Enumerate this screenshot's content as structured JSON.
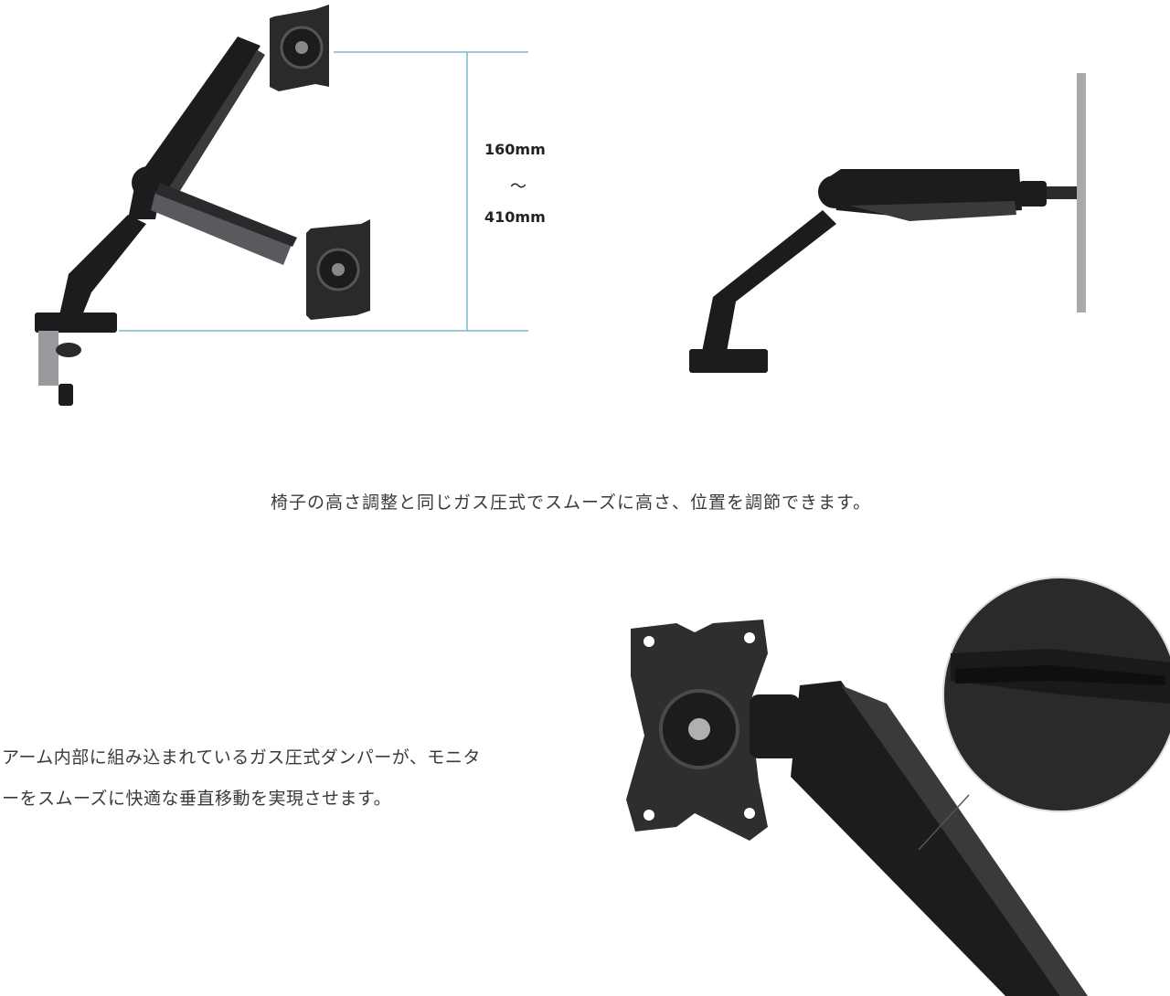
{
  "dimension": {
    "min": "160mm",
    "tilde": "～",
    "max": "410mm"
  },
  "captions": {
    "height_adjust": "椅子の高さ調整と同じガス圧式でスムーズに高さ、位置を調節できます。",
    "damper_line1": "アーム内部に組み込まれているガス圧式ダンパーが、モニタ",
    "damper_line2": "ーをスムーズに快適な垂直移動を実現させます。"
  },
  "colors": {
    "arm": "#1c1c1e",
    "arm_shade": "#3a3a3c",
    "metal": "#9a9a9e",
    "guide_line": "#7fb7c9",
    "monitor_panel": "#a9a9a9"
  }
}
